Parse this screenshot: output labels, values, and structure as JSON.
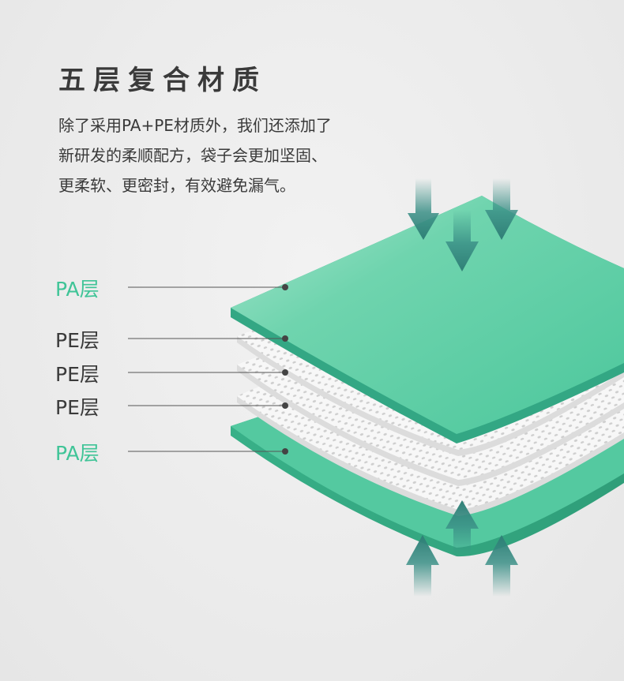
{
  "heading": {
    "title": "五层复合材质"
  },
  "description": {
    "line1": "除了采用PA+PE材质外，我们还添加了",
    "line2": "新研发的柔顺配方，袋子会更加坚固、",
    "line3": "更柔软、更密封，有效避免漏气。"
  },
  "layers": {
    "top_pa": "PA层",
    "pe_1": "PE层",
    "pe_2": "PE层",
    "pe_3": "PE层",
    "bottom_pa": "PA层"
  },
  "colors": {
    "pa_green": "#3fc497",
    "pe_white": "#f7f7f7",
    "pe_dots": "#c9c9c9",
    "arrow_teal": "#3a8f86",
    "text_dark": "#3a3a3a",
    "leader_line": "#555555"
  }
}
